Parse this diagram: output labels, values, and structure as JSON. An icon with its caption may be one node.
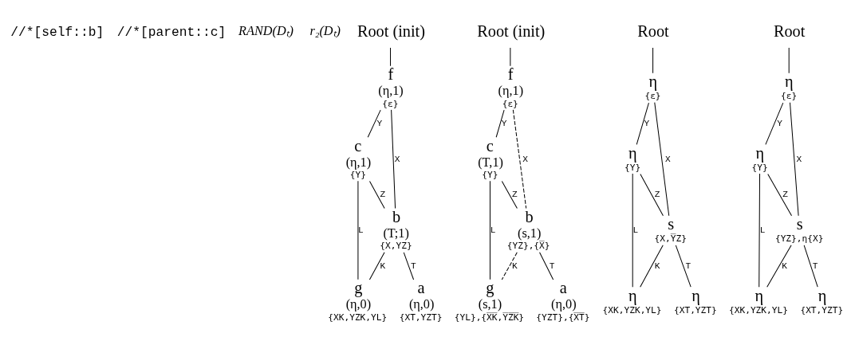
{
  "diagram": {
    "nodes": [
      {
        "text": [
          "Root (init)"
        ]
      },
      {
        "text": [
          "f"
        ],
        "beside": [
          "(η,1)",
          "{ε}"
        ]
      },
      {
        "text": [
          "c"
        ],
        "beside": [
          "(η,1)",
          "{Y}"
        ]
      },
      {
        "text": [
          "b"
        ],
        "beside": [
          "(T;1)",
          "{X,YZ}"
        ]
      },
      {
        "text": [
          "a"
        ],
        "beside": [
          "(η,0)",
          "{XT,YZT}"
        ]
      },
      {
        "text": [
          "g"
        ],
        "beside": [
          "(η,0)",
          "{XK,YZK,YL}"
        ]
      },
      {
        "text": [
          "Root (init)"
        ]
      },
      {
        "text": [
          "f"
        ],
        "beside": [
          "(η,1)",
          "{ε}"
        ]
      },
      {
        "text": [
          "c"
        ],
        "beside": [
          "(T,1)",
          "{Y}"
        ]
      },
      {
        "text": [
          "b"
        ],
        "beside": [
          "(s,1)",
          "{YZ},{X̅}"
        ]
      },
      {
        "text": [
          "a"
        ],
        "beside": [
          "(η,0)",
          "{YZT},{X̅T̅}"
        ]
      },
      {
        "text": [
          "g"
        ],
        "beside": [
          "(s,1)",
          "{YL},{X̅K̅,Y̅Z̅K̅}"
        ]
      },
      {
        "text": [
          "Root"
        ]
      },
      {
        "text": [
          "η"
        ],
        "beside": [
          "{ε}"
        ]
      },
      {
        "text": [
          "η"
        ],
        "beside": [
          "{Y}"
        ]
      },
      {
        "text": [
          "s"
        ],
        "beside": [
          "{X,Y̅Z}"
        ]
      },
      {
        "text": [
          "η"
        ],
        "beside": [
          "{XT,YZT}"
        ]
      },
      {
        "text": [
          "η"
        ],
        "beside": [
          "{XK,YZK,YL}"
        ]
      },
      {
        "text": [
          "Root"
        ]
      },
      {
        "text": [
          "η"
        ],
        "beside": [
          "{ε}"
        ]
      },
      {
        "text": [
          "η"
        ],
        "beside": [
          "{Y}"
        ]
      },
      {
        "text": [
          "s"
        ],
        "beside": [
          "{YZ},η{X}"
        ]
      },
      {
        "text": [
          "η"
        ],
        "beside": [
          "{XT,YZT}"
        ]
      },
      {
        "text": [
          "η"
        ],
        "beside": [
          "{XK,YZK,YL}"
        ]
      }
    ],
    "edges": [
      {
        "from": 0,
        "to": 1,
        "arrow": "none"
      },
      {
        "from": 1,
        "to": 3,
        "arrow": "none",
        "label": "X"
      },
      {
        "from": 1,
        "to": 2,
        "arrow": "none",
        "label": "Y"
      },
      {
        "from": 2,
        "to": 3,
        "arrow": "none",
        "label": "Z"
      },
      {
        "from": 2,
        "to": 5,
        "arrow": "none",
        "label": "L"
      },
      {
        "from": 3,
        "to": 4,
        "arrow": "none",
        "label": "T"
      },
      {
        "from": 3,
        "to": 5,
        "arrow": "none",
        "label": "K"
      },
      {
        "from": 6,
        "to": 7,
        "arrow": "none"
      },
      {
        "from": 7,
        "to": 9,
        "arrow": "none",
        "label": "X",
        "style": "dashed"
      },
      {
        "from": 7,
        "to": 8,
        "arrow": "none",
        "label": "Y"
      },
      {
        "from": 8,
        "to": 9,
        "arrow": "none",
        "label": "Z"
      },
      {
        "from": 8,
        "to": 11,
        "arrow": "none",
        "label": "L"
      },
      {
        "from": 9,
        "to": 10,
        "arrow": "none",
        "label": "T"
      },
      {
        "from": 9,
        "to": 11,
        "arrow": "none",
        "label": "K",
        "style": "dashed"
      },
      {
        "from": 12,
        "to": 13,
        "arrow": "none"
      },
      {
        "from": 13,
        "to": 15,
        "arrow": "none",
        "label": "X"
      },
      {
        "from": 13,
        "to": 14,
        "arrow": "none",
        "label": "Y"
      },
      {
        "from": 14,
        "to": 15,
        "arrow": "none",
        "label": "Z"
      },
      {
        "from": 14,
        "to": 17,
        "arrow": "none",
        "label": "L"
      },
      {
        "from": 15,
        "to": 16,
        "arrow": "none",
        "label": "T"
      },
      {
        "from": 15,
        "to": 17,
        "arrow": "none",
        "label": "K"
      },
      {
        "from": 18,
        "to": 19,
        "arrow": "none"
      },
      {
        "from": 19,
        "to": 21,
        "arrow": "none",
        "label": "X"
      },
      {
        "from": 19,
        "to": 20,
        "arrow": "none",
        "label": "Y"
      },
      {
        "from": 20,
        "to": 21,
        "arrow": "none",
        "label": "Z"
      },
      {
        "from": 20,
        "to": 23,
        "arrow": "none",
        "label": "L"
      },
      {
        "from": 21,
        "to": 22,
        "arrow": "none",
        "label": "T"
      },
      {
        "from": 21,
        "to": 23,
        "arrow": "none",
        "label": "K"
      }
    ],
    "labels": [
      "//*[self::b]",
      "//*[parent::c]",
      "RAND(Dₜ)",
      "r₂(Dₜ)"
    ]
  }
}
